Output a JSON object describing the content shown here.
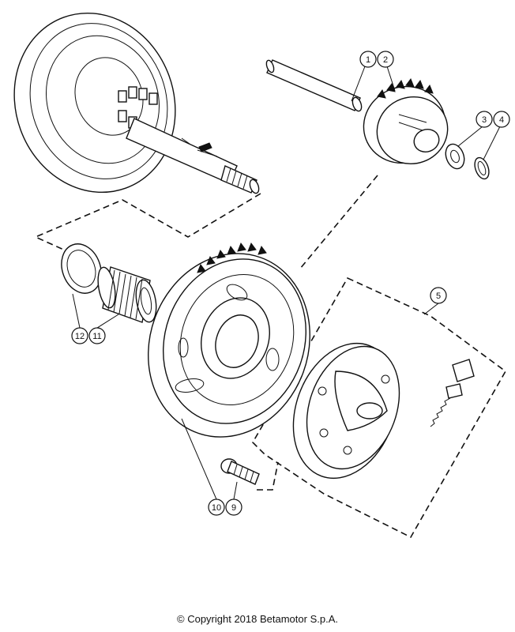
{
  "callouts": [
    {
      "id": "callout-1",
      "label": "1"
    },
    {
      "id": "callout-2",
      "label": "2"
    },
    {
      "id": "callout-3",
      "label": "3"
    },
    {
      "id": "callout-4",
      "label": "4"
    },
    {
      "id": "callout-5",
      "label": "5"
    },
    {
      "id": "callout-9",
      "label": "9"
    },
    {
      "id": "callout-10",
      "label": "10"
    },
    {
      "id": "callout-11",
      "label": "11"
    },
    {
      "id": "callout-12",
      "label": "12"
    }
  ],
  "footer": {
    "copyright": "© Copyright 2018 Betamotor S.p.A."
  }
}
